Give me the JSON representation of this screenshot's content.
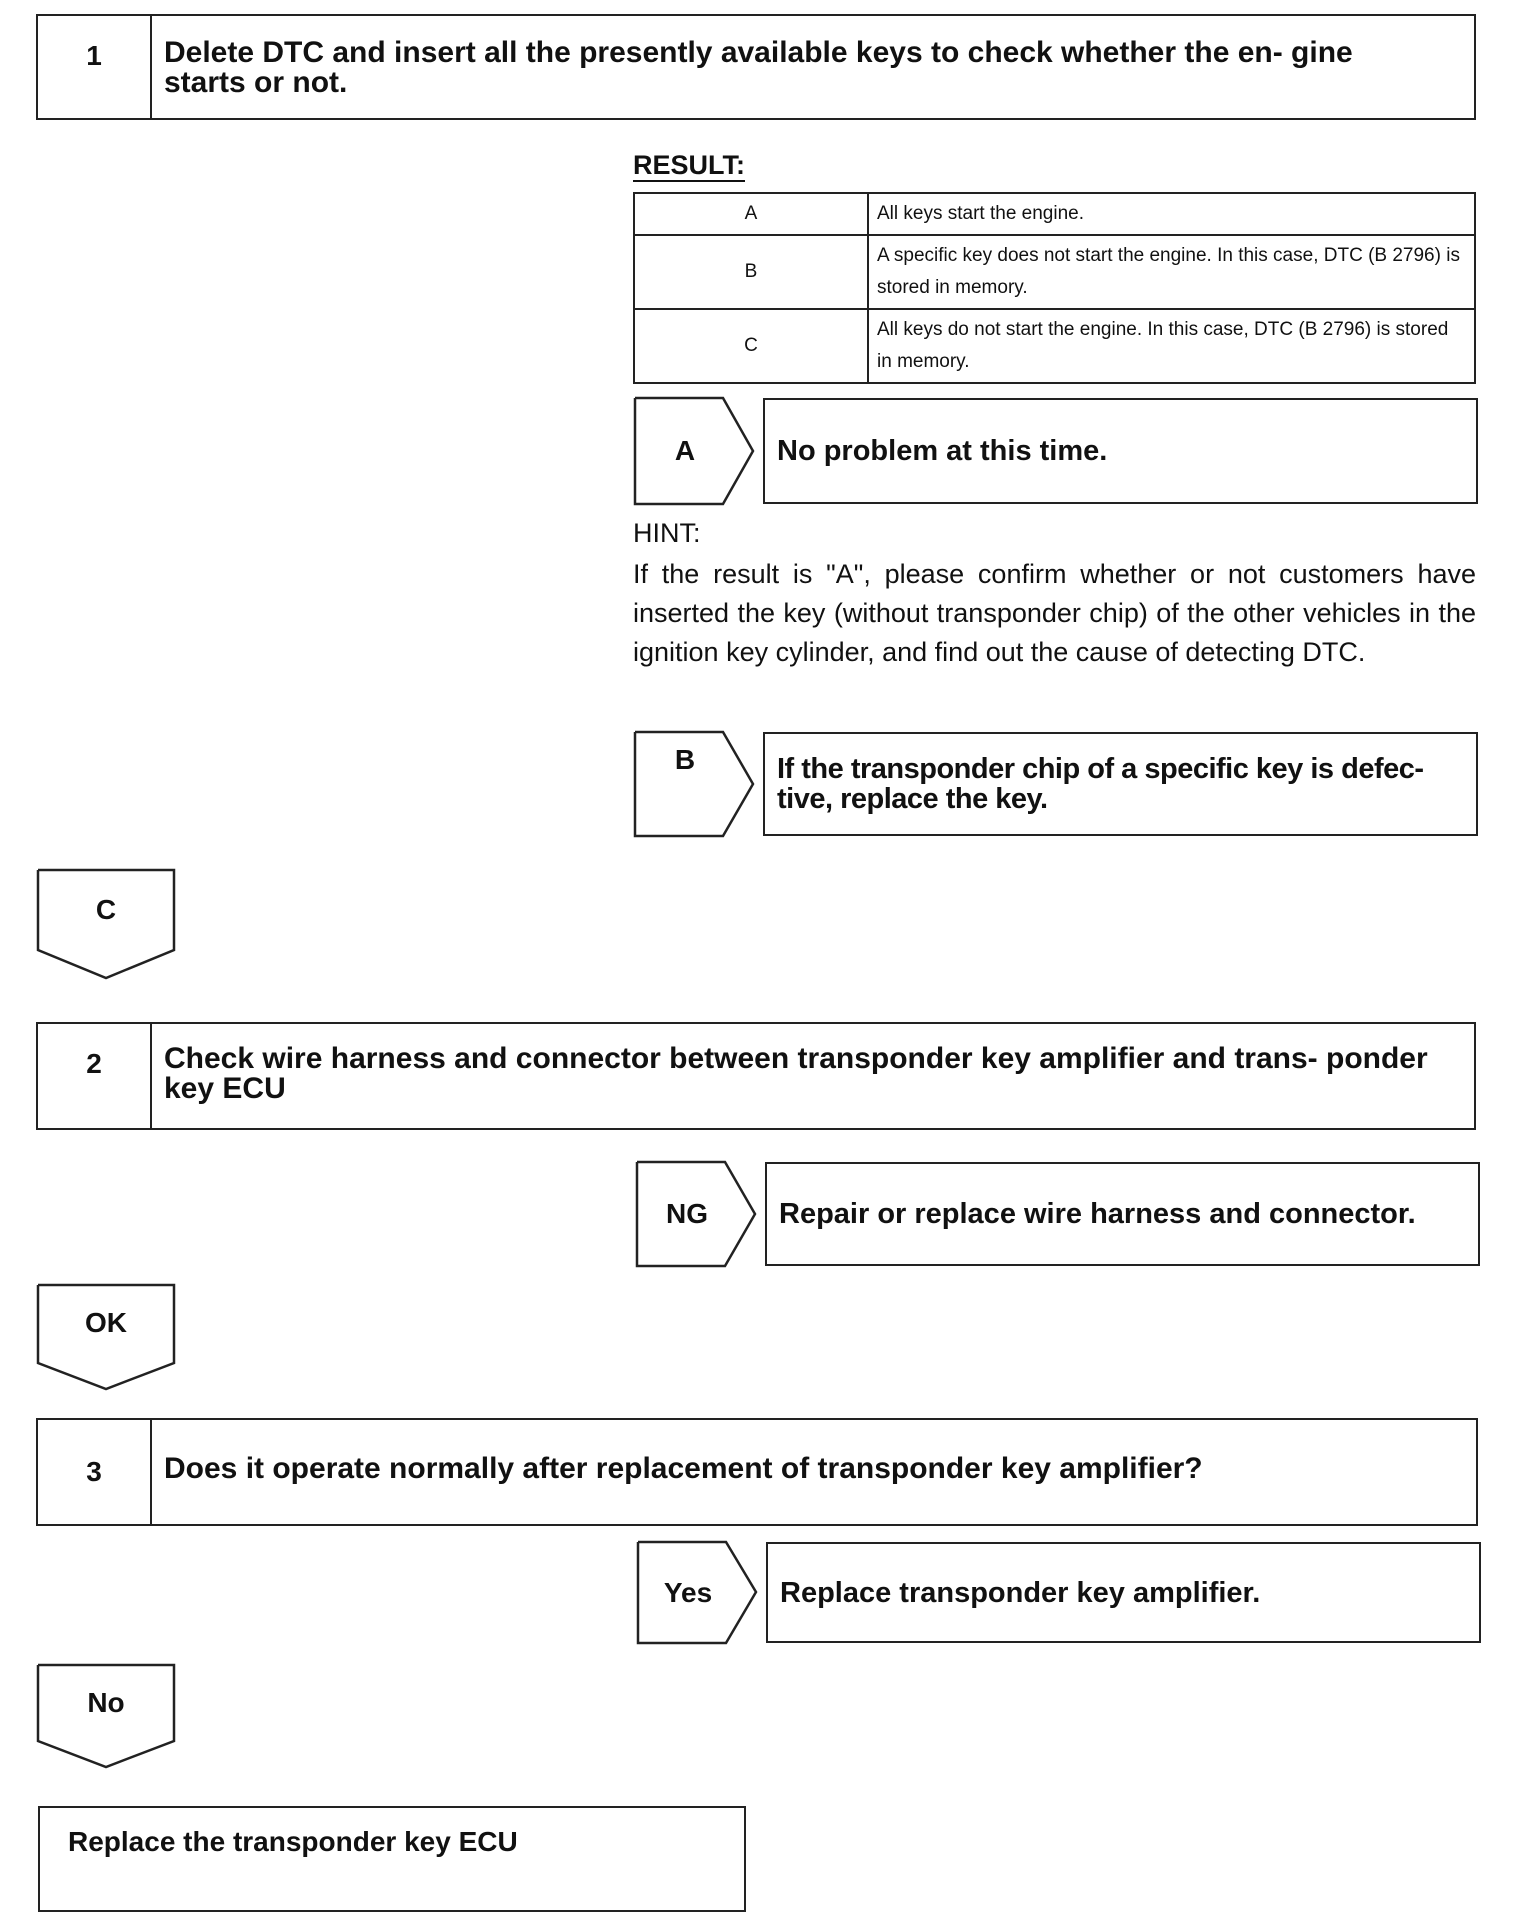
{
  "step1": {
    "number": "1",
    "text": "Delete DTC and insert all the presently available keys to check whether the en- gine starts or not."
  },
  "result": {
    "title": "RESULT:",
    "rows": [
      {
        "code": "A",
        "description": "All keys start the engine."
      },
      {
        "code": "B",
        "description": "A specific key does not start the engine. In this case, DTC (B 2796) is stored in memory."
      },
      {
        "code": "C",
        "description": "All keys do not start the engine. In this case, DTC (B 2796) is stored in memory."
      }
    ]
  },
  "branch_a": {
    "label": "A",
    "text": "No problem at this time."
  },
  "hint": {
    "title": "HINT:",
    "body": "If the result is \"A\", please confirm whether or not customers have inserted the key (without transponder chip) of the other vehicles in the ignition key cylinder, and find out the cause of detecting DTC."
  },
  "branch_b": {
    "label": "B",
    "text": "If the transponder chip of a specific key is defec- tive, replace the key."
  },
  "tag_c": {
    "label": "C"
  },
  "step2": {
    "number": "2",
    "text": "Check wire harness and connector between transponder key amplifier and trans- ponder key ECU"
  },
  "branch_ng": {
    "label": "NG",
    "text": "Repair or replace wire harness and connector."
  },
  "tag_ok": {
    "label": "OK"
  },
  "step3": {
    "number": "3",
    "text": "Does it operate normally after replacement of transponder key amplifier?"
  },
  "branch_yes": {
    "label": "Yes",
    "text": "Replace transponder key amplifier."
  },
  "tag_no": {
    "label": "No"
  },
  "final": {
    "text": "Replace the transponder key ECU"
  }
}
